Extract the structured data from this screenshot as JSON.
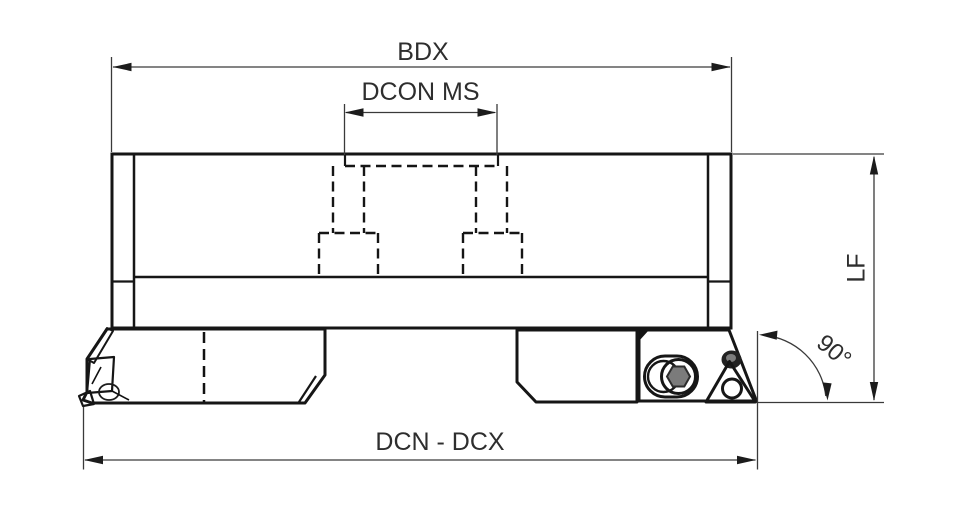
{
  "diagram": {
    "type": "technical-drawing",
    "subject": "90-degree indexable face milling cutter, side elevation with dimension callouts",
    "dimension_labels": {
      "bdx": "BDX",
      "dcon_ms": "DCON MS",
      "lf": "LF",
      "angle": "90°",
      "dcn_dcx": "DCN - DCX"
    },
    "colors": {
      "background": "#ffffff",
      "body_fill": "#d4d4d4",
      "cartridge_dark_fill": "#4e4e4e",
      "cartridge_light_fill": "#d0d0d0",
      "insert_orange": "#f8a41c",
      "screw_outer_fill": "#c7c7c7",
      "screw_head_fill": "#9a9a9a",
      "outline": "#161616",
      "dimension_line": "#3a3a3a",
      "text": "#2e2e2e"
    }
  }
}
